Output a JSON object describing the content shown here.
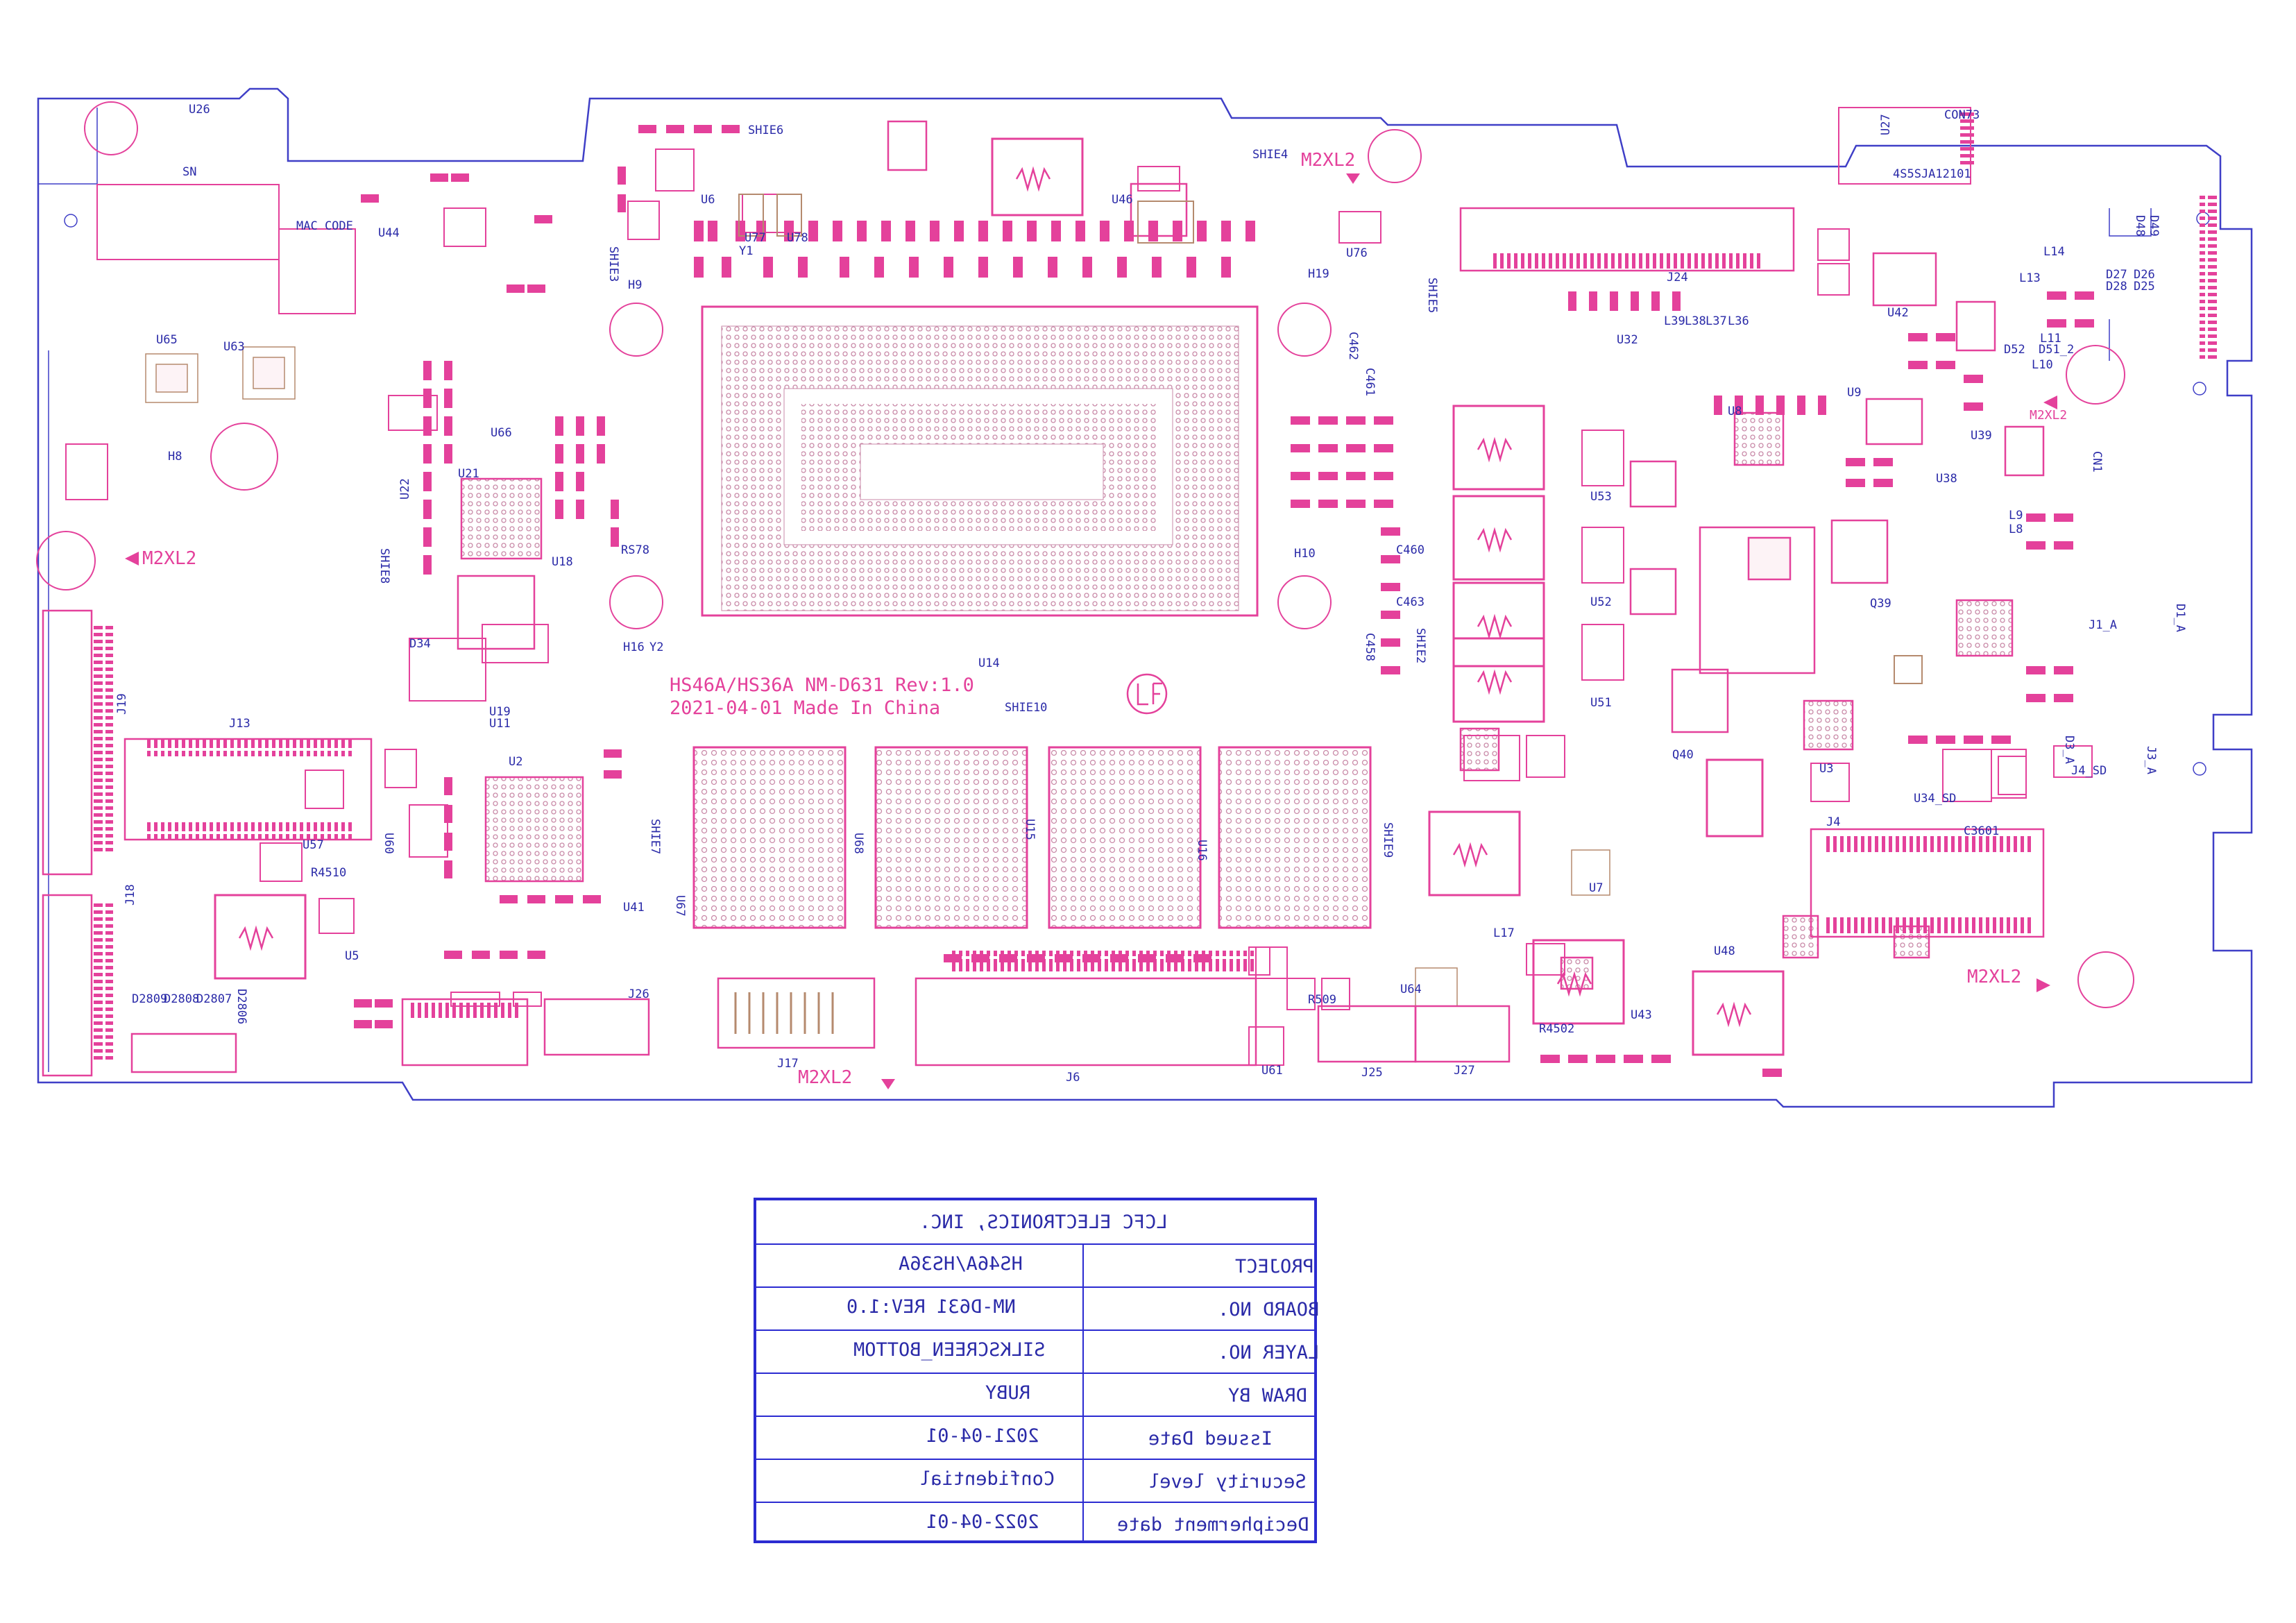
{
  "board_label": {
    "line1": "HS46A/HS36A NM-D631 Rev:1.0",
    "line2": "2021-04-01 Made In China"
  },
  "mount_labels": [
    "M2XL2",
    "M2XL2",
    "M2XL2",
    "M2XL2",
    "M2XL2"
  ],
  "silkscreen": {
    "sn": "SN",
    "mac_code": "MAC CODE",
    "refs": [
      "U26",
      "U44",
      "U65",
      "U63",
      "H8",
      "U66",
      "U21",
      "U22",
      "U18",
      "RS78",
      "SHIE8",
      "D34",
      "U19",
      "U11",
      "H16",
      "Y2",
      "U2",
      "J13",
      "J19",
      "U57",
      "U60",
      "R4510",
      "U5",
      "J18",
      "D2809",
      "D2808",
      "D2807",
      "D2806",
      "J26",
      "U41",
      "SHIE7",
      "U67",
      "U68",
      "U15",
      "U16",
      "SHIE9",
      "J17",
      "J6",
      "SHIE10",
      "U14",
      "H9",
      "H10",
      "U6",
      "U77",
      "U78",
      "Y1",
      "SHIE3",
      "SHIE6",
      "SHIE4",
      "U46",
      "U76",
      "H19",
      "SHIE5",
      "C462",
      "C461",
      "C460",
      "C463",
      "C458",
      "SHIE2",
      "J24",
      "U32",
      "L39",
      "L38",
      "L37",
      "L36",
      "U53",
      "U52",
      "U51",
      "U8",
      "U9",
      "Q39",
      "Q40",
      "U7",
      "U64",
      "R509",
      "J25",
      "U61",
      "J27",
      "L17",
      "R4502",
      "U43",
      "U48",
      "J4",
      "U3",
      "U34_SD",
      "C3601",
      "U38",
      "U39",
      "U42",
      "L13",
      "L14",
      "L11",
      "L10",
      "D52",
      "D51_2",
      "L9",
      "L8",
      "CN1",
      "J1_A",
      "D1_A",
      "J4_SD",
      "J3_A",
      "D3_A",
      "U27",
      "CON73",
      "D48",
      "D49",
      "D27",
      "D26",
      "D28",
      "D25",
      "4S5SJA12101"
    ]
  },
  "title_block": {
    "company": "LCFC ELECTRONICS, INC.",
    "rows": [
      {
        "label": "PROJECT",
        "value": "HS46A/HS36A"
      },
      {
        "label": "BOARD NO.",
        "value": "NM-D631   REV:1.0"
      },
      {
        "label": "LAYER NO.",
        "value": "SILKSCREEN_BOTTOM"
      },
      {
        "label": "DRAW BY",
        "value": "RUBY"
      },
      {
        "label": "Issued  Date",
        "value": "2021-04-01"
      },
      {
        "label": "Security level",
        "value": "Confidential"
      },
      {
        "label": "Decipherment date",
        "value": "2022-04-01"
      }
    ]
  },
  "colors": {
    "outline": "#3f3fc7",
    "silkscreen": "#e4419b",
    "text": "#2a2aa8"
  }
}
